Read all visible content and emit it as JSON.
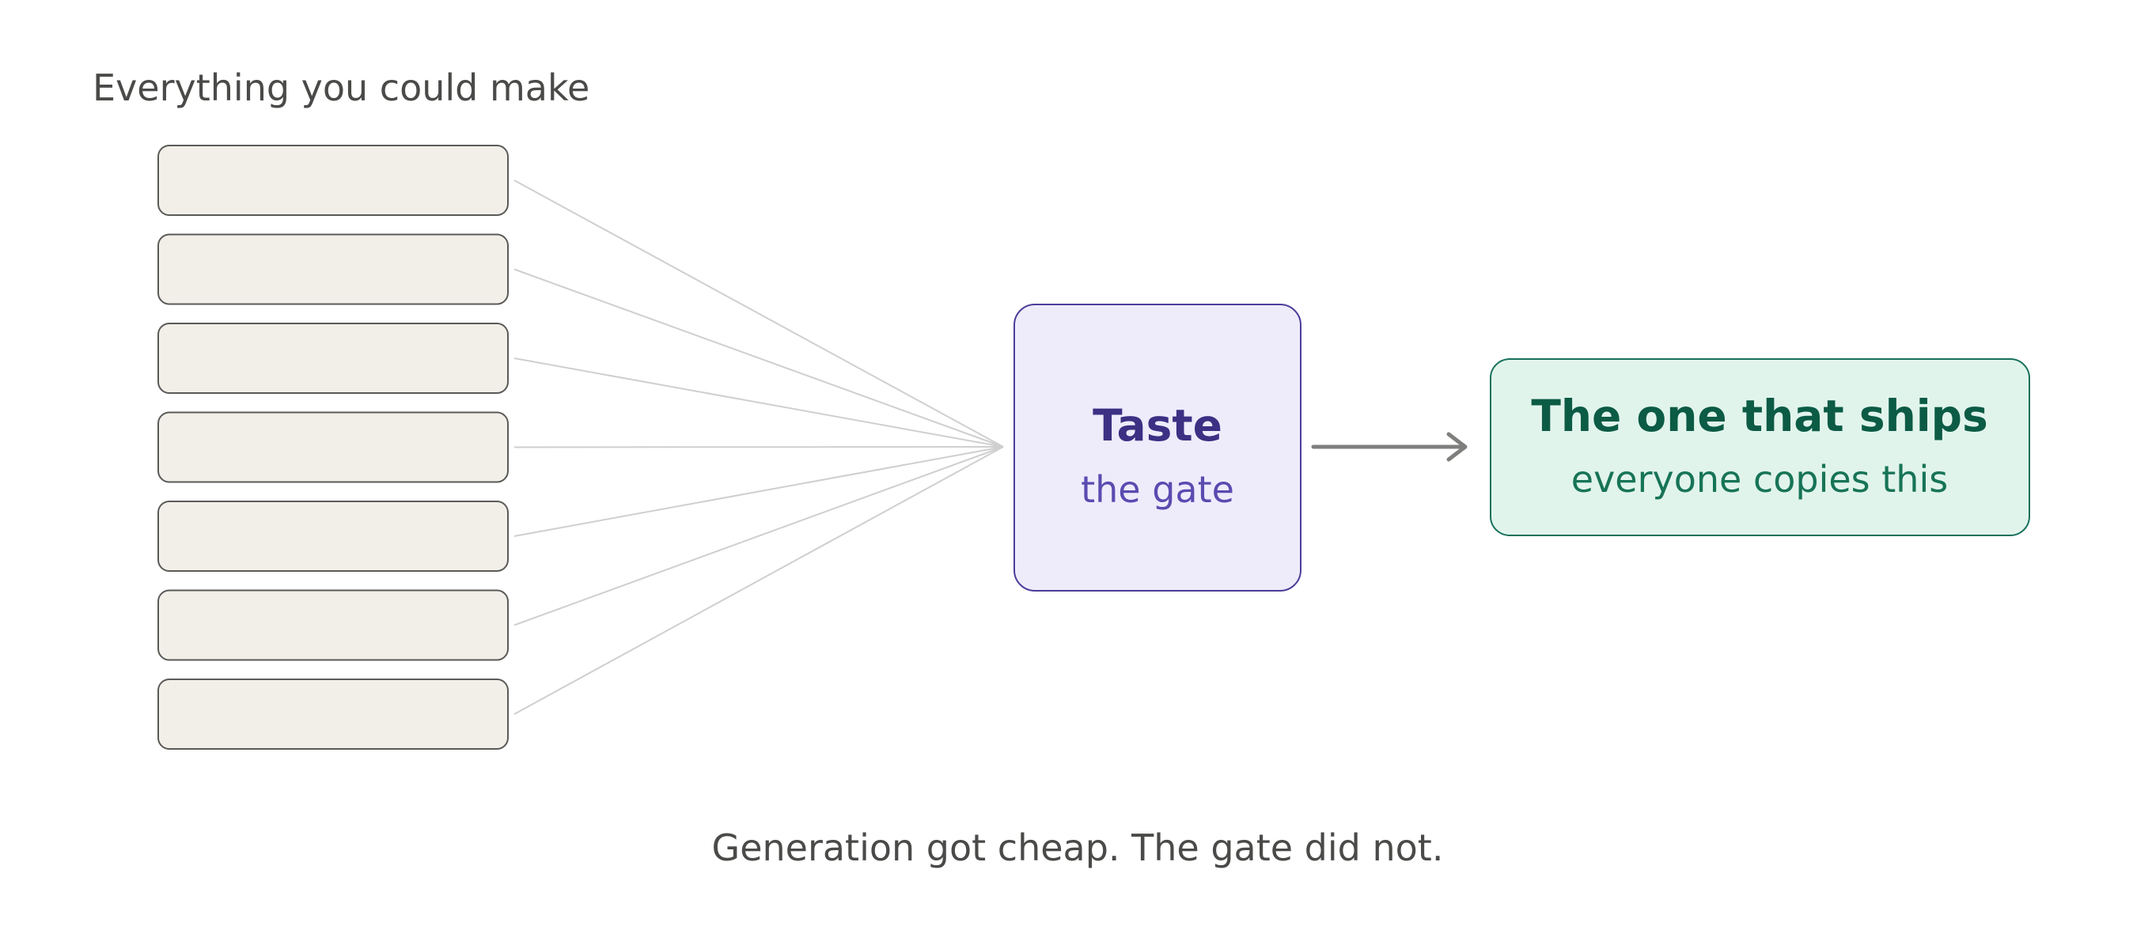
{
  "heading": "Everything you could make",
  "candidates": [
    "",
    "",
    "",
    "",
    "",
    "",
    ""
  ],
  "gate": {
    "title": "Taste",
    "subtitle": "the gate"
  },
  "output": {
    "title": "The one that ships",
    "subtitle": "everyone copies this"
  },
  "footer": "Generation got cheap. The gate did not.",
  "colors": {
    "candidate_fill": "#f2efe8",
    "candidate_stroke": "#5a5a58",
    "connector": "#cfcfcf",
    "gate_fill": "#eeecfb",
    "gate_stroke": "#4b3d9a",
    "output_fill": "#e1f4ec",
    "output_stroke": "#17715a",
    "arrow": "#7f7f7d"
  }
}
